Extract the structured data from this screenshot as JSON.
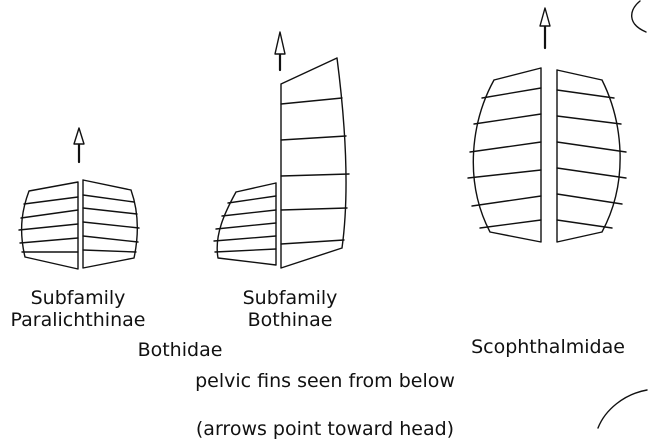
{
  "labels": {
    "paralichthinae_line1": "Subfamily",
    "paralichthinae_line2": "Paralichthinae",
    "bothinae_line1": "Subfamily",
    "bothinae_line2": "Bothinae",
    "bothidae": "Bothidae",
    "scophthalmidae": "Scophthalmidae",
    "caption": "pelvic fins seen from below",
    "note": "(arrows point toward head)"
  },
  "colors": {
    "ink": "#111111",
    "background": "#ffffff"
  }
}
